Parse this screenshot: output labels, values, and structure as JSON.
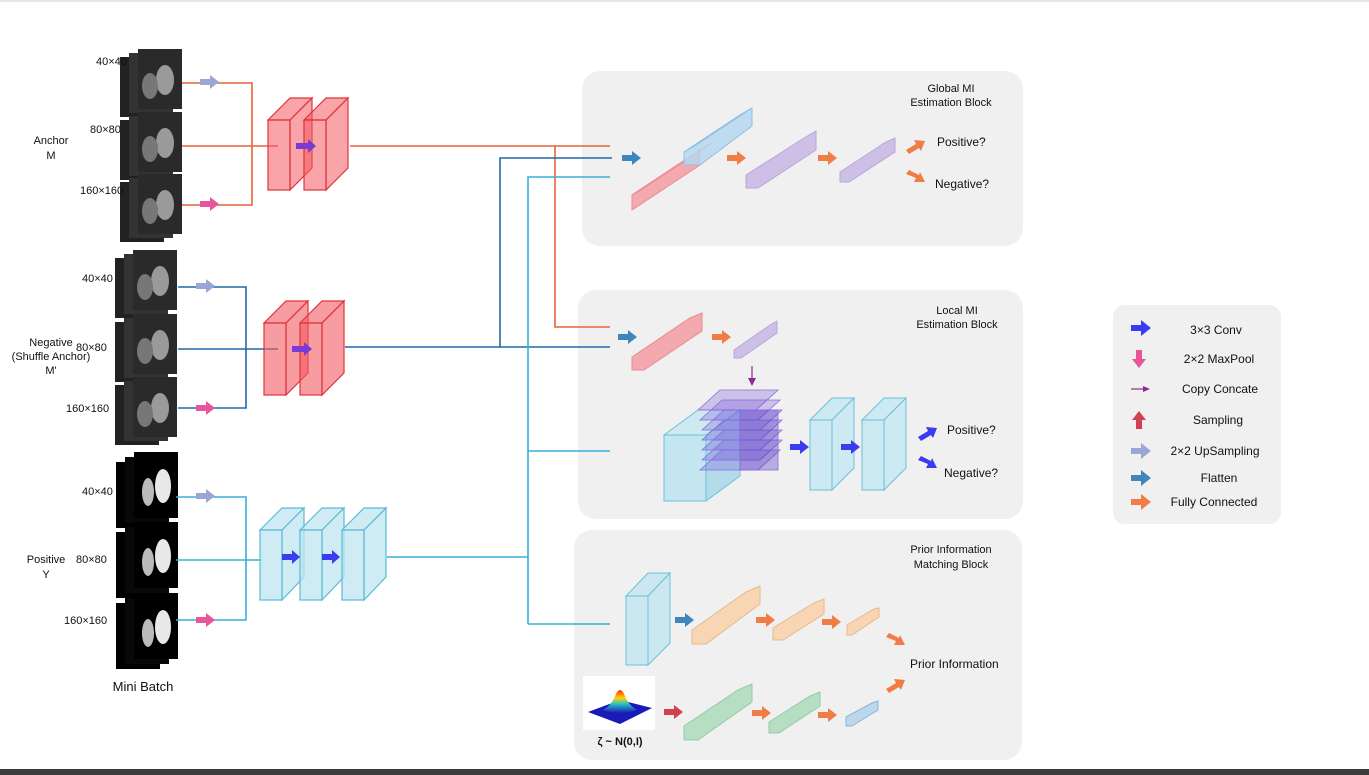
{
  "inputs": {
    "anchor": {
      "label_line1": "Anchor",
      "label_line2": "M",
      "scale_small": "40×40",
      "scale_mid": "80×80",
      "scale_large": "160×160"
    },
    "negative": {
      "label_line1": "Negative",
      "label_line2": "(Shuffle Anchor)",
      "label_line3": "M'",
      "scale_small": "40×40",
      "scale_mid": "80×80",
      "scale_large": "160×160"
    },
    "positive": {
      "label_line1": "Positive",
      "label_line2": "Y",
      "scale_small": "40×40",
      "scale_mid": "80×80",
      "scale_large": "160×160"
    },
    "caption": "Mini Batch"
  },
  "global_block": {
    "title_line1": "Global MI",
    "title_line2": "Estimation Block",
    "out_positive": "Positive?",
    "out_negative": "Negative?"
  },
  "local_block": {
    "title_line1": "Local MI",
    "title_line2": "Estimation Block",
    "out_positive": "Positive?",
    "out_negative": "Negative?"
  },
  "prior_block": {
    "title_line1": "Prior Information",
    "title_line2": "Matching Block",
    "output": "Prior Information",
    "noise_label": "ζ ~ N(0,I)"
  },
  "legend": [
    {
      "label": "3×3 Conv",
      "icon": "conv-arrow-icon",
      "color": "#3b3bf0"
    },
    {
      "label": "2×2 MaxPool",
      "icon": "maxpool-arrow-icon",
      "color": "#e8559b"
    },
    {
      "label": "Copy Concate",
      "icon": "copy-concat-arrow-icon",
      "color": "#8a2b8f"
    },
    {
      "label": "Sampling",
      "icon": "sampling-arrow-icon",
      "color": "#d0424f"
    },
    {
      "label": "2×2 UpSampling",
      "icon": "upsampling-arrow-icon",
      "color": "#9aa6d6"
    },
    {
      "label": "Flatten",
      "icon": "flatten-arrow-icon",
      "color": "#3f86bf"
    },
    {
      "label": "Fully Connected",
      "icon": "fc-arrow-icon",
      "color": "#ef7d45"
    }
  ]
}
